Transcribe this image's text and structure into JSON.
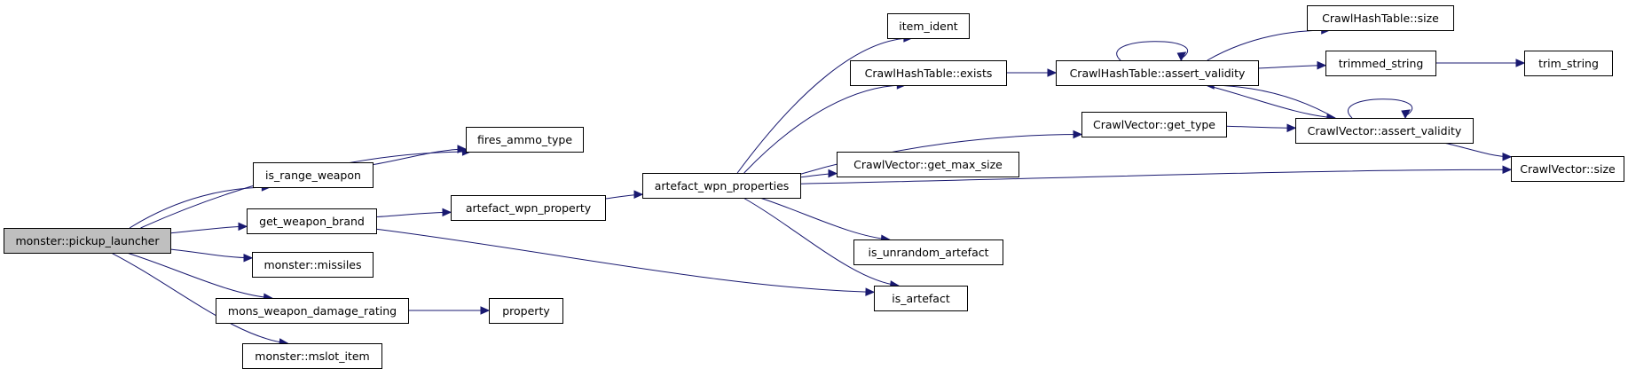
{
  "graph": {
    "nodes": [
      {
        "id": "pickup_launcher",
        "label": "monster::pickup_launcher",
        "root": true
      },
      {
        "id": "fires_ammo_type",
        "label": "fires_ammo_type"
      },
      {
        "id": "is_range_weapon",
        "label": "is_range_weapon"
      },
      {
        "id": "get_weapon_brand",
        "label": "get_weapon_brand"
      },
      {
        "id": "missiles",
        "label": "monster::missiles"
      },
      {
        "id": "mons_weapon_damage_rating",
        "label": "mons_weapon_damage_rating"
      },
      {
        "id": "mslot_item",
        "label": "monster::mslot_item"
      },
      {
        "id": "artefact_wpn_property",
        "label": "artefact_wpn_property"
      },
      {
        "id": "property",
        "label": "property"
      },
      {
        "id": "artefact_wpn_properties",
        "label": "artefact_wpn_properties"
      },
      {
        "id": "item_ident",
        "label": "item_ident"
      },
      {
        "id": "hash_exists",
        "label": "CrawlHashTable::exists"
      },
      {
        "id": "vec_get_max_size",
        "label": "CrawlVector::get_max_size"
      },
      {
        "id": "is_unrandom_artefact",
        "label": "is_unrandom_artefact"
      },
      {
        "id": "is_artefact",
        "label": "is_artefact"
      },
      {
        "id": "hash_assert_validity",
        "label": "CrawlHashTable::assert_validity"
      },
      {
        "id": "vec_get_type",
        "label": "CrawlVector::get_type"
      },
      {
        "id": "hash_size",
        "label": "CrawlHashTable::size"
      },
      {
        "id": "trimmed_string",
        "label": "trimmed_string"
      },
      {
        "id": "vec_assert_validity",
        "label": "CrawlVector::assert_validity"
      },
      {
        "id": "trim_string",
        "label": "trim_string"
      },
      {
        "id": "vec_size",
        "label": "CrawlVector::size"
      }
    ],
    "edges": [
      [
        "pickup_launcher",
        "fires_ammo_type"
      ],
      [
        "pickup_launcher",
        "is_range_weapon"
      ],
      [
        "pickup_launcher",
        "get_weapon_brand"
      ],
      [
        "pickup_launcher",
        "missiles"
      ],
      [
        "pickup_launcher",
        "mons_weapon_damage_rating"
      ],
      [
        "pickup_launcher",
        "mslot_item"
      ],
      [
        "is_range_weapon",
        "fires_ammo_type"
      ],
      [
        "get_weapon_brand",
        "artefact_wpn_property"
      ],
      [
        "get_weapon_brand",
        "is_artefact"
      ],
      [
        "mons_weapon_damage_rating",
        "property"
      ],
      [
        "artefact_wpn_property",
        "artefact_wpn_properties"
      ],
      [
        "artefact_wpn_properties",
        "item_ident"
      ],
      [
        "artefact_wpn_properties",
        "hash_exists"
      ],
      [
        "artefact_wpn_properties",
        "vec_get_type"
      ],
      [
        "artefact_wpn_properties",
        "vec_get_max_size"
      ],
      [
        "artefact_wpn_properties",
        "vec_size"
      ],
      [
        "artefact_wpn_properties",
        "is_unrandom_artefact"
      ],
      [
        "artefact_wpn_properties",
        "is_artefact"
      ],
      [
        "hash_exists",
        "hash_assert_validity"
      ],
      [
        "hash_assert_validity",
        "hash_assert_validity"
      ],
      [
        "hash_assert_validity",
        "hash_size"
      ],
      [
        "hash_assert_validity",
        "trimmed_string"
      ],
      [
        "hash_assert_validity",
        "vec_assert_validity"
      ],
      [
        "trimmed_string",
        "trim_string"
      ],
      [
        "vec_get_type",
        "vec_assert_validity"
      ],
      [
        "vec_assert_validity",
        "hash_assert_validity"
      ],
      [
        "vec_assert_validity",
        "vec_assert_validity"
      ],
      [
        "vec_assert_validity",
        "vec_size"
      ]
    ]
  }
}
